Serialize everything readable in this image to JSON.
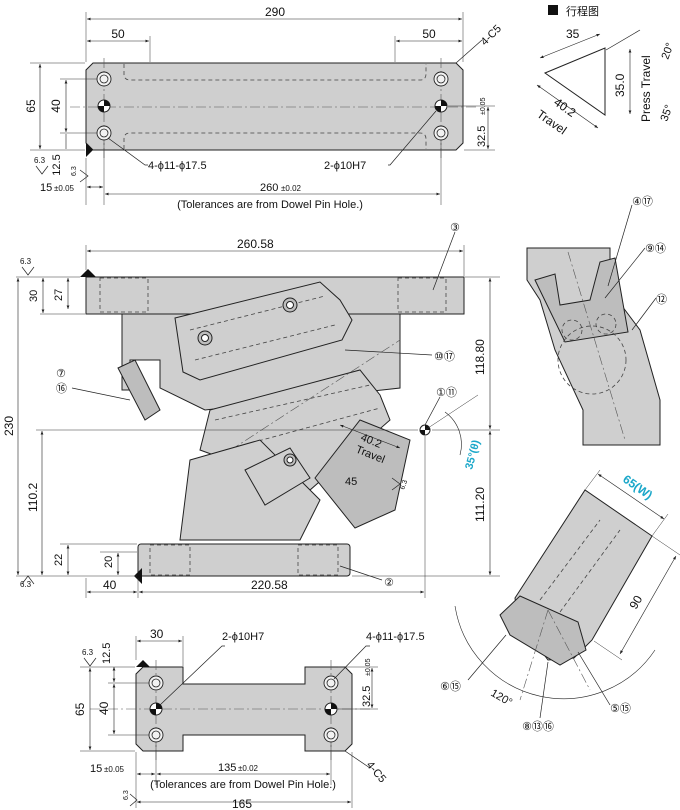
{
  "legend": {
    "title": "行程图"
  },
  "top_view": {
    "overall": "290",
    "left_offset": "50",
    "right_offset": "50",
    "chamfer": "4-C5",
    "height": "65",
    "inner_height": "40",
    "edge": "12.5",
    "pitch": "32.5",
    "pitch_tol": "±0.05",
    "roughness": "6.3",
    "roughness_b": "6.3",
    "edge_x": "15",
    "edge_x_tol": "±0.05",
    "holes": "4-ϕ11-ϕ17.5",
    "pins": "2-ϕ10H7",
    "span": "260",
    "span_tol": "±0.02",
    "tolerance_note": "(Tolerances are from Dowel Pin Hole.)"
  },
  "stroke_diagram": {
    "base": "35",
    "height": "35.0",
    "hyp": "40.2",
    "travel": "Travel",
    "press": "Press Travel",
    "angle_top": "20°",
    "angle_bottom": "35°"
  },
  "front_view": {
    "width": "260.58",
    "h30": "30",
    "h27": "27",
    "total": "230",
    "lower": "110.2",
    "h22": "22",
    "h20": "20",
    "x40": "40",
    "base_w": "220.58",
    "upper_right": "118.80",
    "lower_right": "111.20",
    "travel_val": "40.2",
    "travel": "Travel",
    "val45": "45",
    "angle": "35°(θ)",
    "roughness": "6.3",
    "roughness_b": "6.3",
    "roughness_c": "6.3",
    "callouts": [
      "③",
      "⑦",
      "⑯",
      "⑩⑰",
      "①⑪",
      "②"
    ]
  },
  "side_detail": {
    "callouts": [
      "④⑰",
      "⑨⑭",
      "⑫"
    ]
  },
  "rot_view": {
    "width": "65(W)",
    "len": "90",
    "angle": "120°",
    "callouts": [
      "⑥⑮",
      "⑧⑬⑯",
      "⑤⑮"
    ]
  },
  "bottom_view": {
    "w30": "30",
    "pins": "2-ϕ10H7",
    "holes": "4-ϕ11-ϕ17.5",
    "edge": "12.5",
    "roughness": "6.3",
    "roughness_b": "6.3",
    "height": "65",
    "inner": "40",
    "pitch": "32.5",
    "pitch_tol": "±0.05",
    "edge_x": "15",
    "edge_x_tol": "±0.05",
    "span": "135",
    "span_tol": "±0.02",
    "tolerance_note": "(Tolerances are from Dowel Pin Hole.)",
    "chamfer": "4-C5",
    "overall": "165"
  }
}
